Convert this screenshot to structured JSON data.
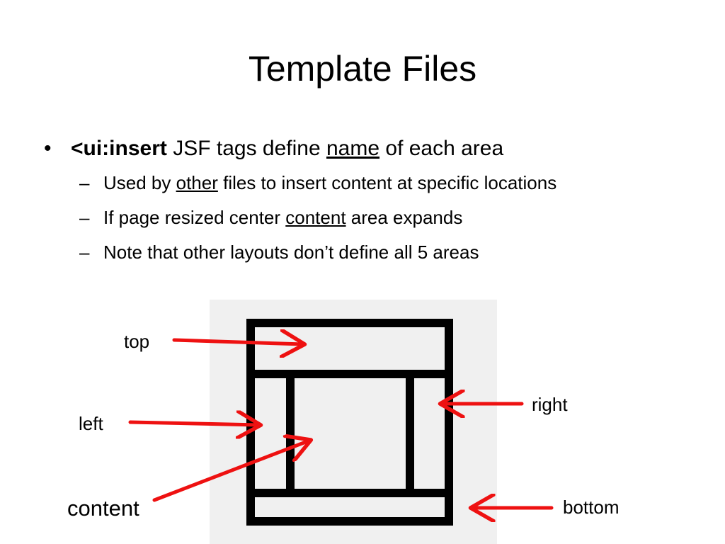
{
  "slide": {
    "title": "Template Files",
    "bullet": {
      "marker": "•",
      "tag": "<ui:insert",
      "text_before": " JSF tags define ",
      "underlined": "name",
      "text_after": " of each area"
    },
    "sub_bullets": [
      {
        "marker": "–",
        "before": "Used by ",
        "underlined": "other",
        "after": " files to insert content at specific locations"
      },
      {
        "marker": "–",
        "before": "If page resized center ",
        "underlined": "content",
        "after": " area expands"
      },
      {
        "marker": "–",
        "before": "Note that other layouts don’t define all 5 areas",
        "underlined": "",
        "after": ""
      }
    ]
  },
  "diagram": {
    "labels": {
      "top": "top",
      "left": "left",
      "content": "content",
      "right": "right",
      "bottom": "bottom"
    },
    "colors": {
      "panel_background": "#f0f0f0",
      "frame": "#000000",
      "arrow": "#ee1111"
    }
  }
}
